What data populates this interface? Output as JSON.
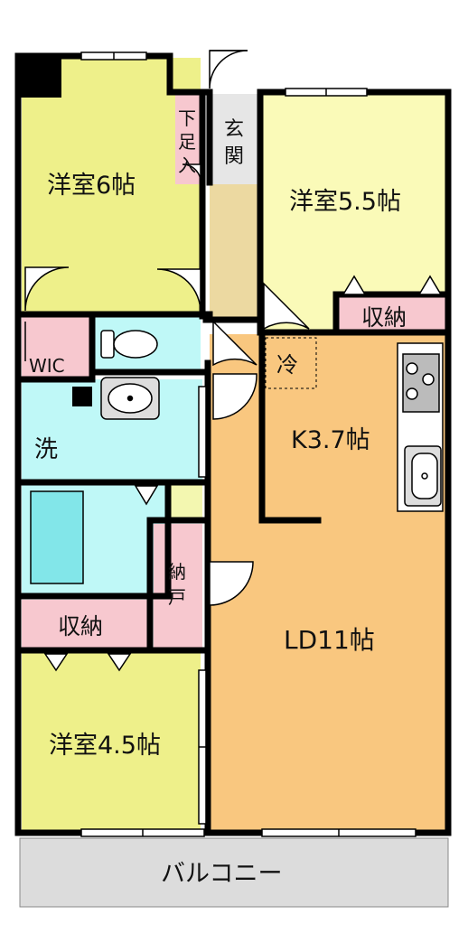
{
  "rooms": {
    "western_6": "洋室6帖",
    "western_5_5": "洋室5.5帖",
    "western_4_5": "洋室4.5帖",
    "kitchen": "K3.7帖",
    "ld": "LD11帖",
    "wic": "WIC",
    "storage_top": "収納",
    "storage_bottom": "収納",
    "washroom": "洗",
    "refrigerator": "冷",
    "balcony": "バルコニー",
    "genkan": [
      "玄",
      "関"
    ],
    "shoe_storage": [
      "下",
      "足",
      "入"
    ],
    "closet": [
      "納",
      "戸"
    ]
  },
  "colors": {
    "yellow_room": "#eef08a",
    "cream_room": "#fafab8",
    "ld_orange": "#f9c77f",
    "storage_pink": "#f7c8cf",
    "water_cyan": "#bff8f7",
    "tub_cyan": "#82e6e9",
    "hall_tan": "#ecd9a1",
    "balcony_grey": "#dcdcdc",
    "wall": "#000000"
  }
}
